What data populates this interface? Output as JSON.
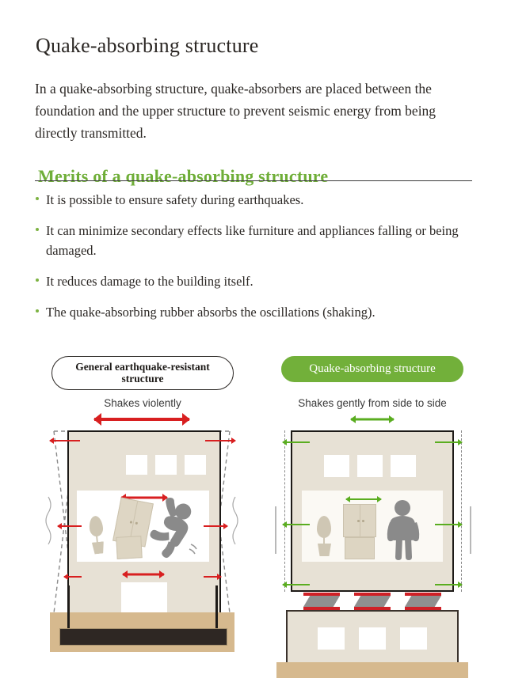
{
  "doc": {
    "title": "Quake-absorbing structure",
    "intro": "In a quake-absorbing structure, quake-absorbers are placed between the foundation and the upper structure to prevent seismic energy from being directly transmitted.",
    "merits_heading": "Merits of a quake-absorbing structure",
    "bullets": [
      "It is possible to ensure safety during earthquakes.",
      "It can minimize secondary effects like furniture and appliances falling or being damaged.",
      "It reduces damage to the building itself.",
      "The quake-absorbing rubber absorbs the oscillations (shaking)."
    ]
  },
  "diagram": {
    "left_panel": {
      "pill_label": "General earthquake-resistant structure",
      "shake_label": "Shakes violently"
    },
    "right_panel": {
      "pill_label": "Quake-absorbing structure",
      "shake_label": "Shakes gently from side to side"
    }
  },
  "colors": {
    "green_accent": "#6fae38",
    "green_pill": "#72b03a",
    "green_arrow": "#5aad20",
    "red_arrow": "#d81f20",
    "wall_beige": "#e7e1d5",
    "ground_tan": "#d6b98e",
    "foundation_dark": "#2e2723",
    "figure_gray": "#8a8a8a",
    "text_dark": "#2b2724",
    "isolator_red": "#cf2026",
    "isolator_gray": "#8f8f8f"
  }
}
